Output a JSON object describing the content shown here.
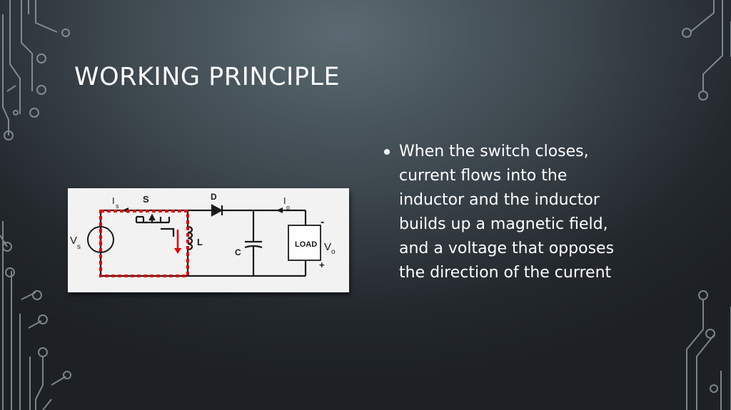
{
  "slide": {
    "title": "Working Principle"
  },
  "bullets": [
    {
      "lines": [
        "When the switch closes,",
        "current flows into the",
        "inductor and the inductor",
        "builds up a magnetic field,",
        "and a voltage that opposes",
        "the direction of the current"
      ]
    }
  ],
  "circuit": {
    "labels": {
      "is_main": "I",
      "is_sub": "s",
      "switch": "S",
      "diode": "D",
      "io_main": "I",
      "io_sub": "o",
      "vs_main": "V",
      "vs_sub": "s",
      "inductor": "L",
      "capacitor": "C",
      "load": "LOAD",
      "vo_main": "V",
      "vo_sub": "o",
      "minus": "-",
      "plus": "+"
    },
    "colors": {
      "wire": "#1a1a1a",
      "current_path": "#e10000",
      "panel": "#f2f2f2"
    }
  }
}
